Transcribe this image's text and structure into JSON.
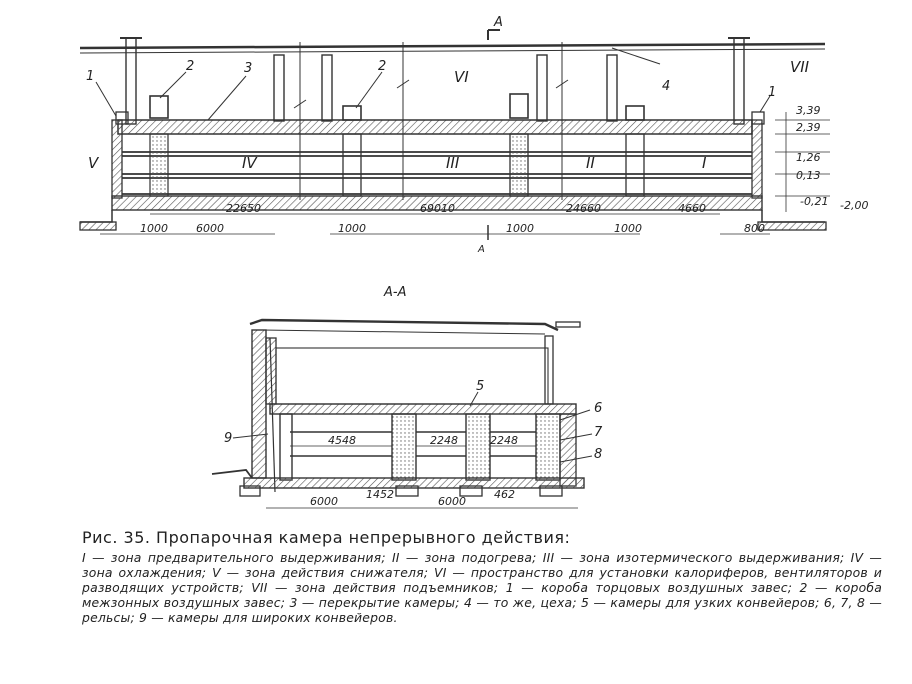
{
  "top_view": {
    "section_mark": "A",
    "section_mark_bottom": "A",
    "item_labels": [
      "1",
      "2",
      "3",
      "2",
      "4",
      "1"
    ],
    "zone_labels": {
      "v_left": "V",
      "vi": "VI",
      "vii": "VII",
      "iv": "IV",
      "iii": "III",
      "ii": "II",
      "i": "I"
    },
    "levels": [
      "3,39",
      "2,39",
      "1,26",
      "0,13",
      "-0,21",
      "-2,00"
    ],
    "dims_upper": [
      "22650",
      "69010",
      "24660",
      "4660"
    ],
    "dims_lower": [
      "1000",
      "6000",
      "1000",
      "1000",
      "1000",
      "800"
    ]
  },
  "section_view": {
    "title": "A-A",
    "item_labels": [
      "5",
      "6",
      "7",
      "8",
      "9"
    ],
    "dims_inner": [
      "4548",
      "2248",
      "2248"
    ],
    "dims_bottom": [
      "6000",
      "1452",
      "6000",
      "462"
    ]
  },
  "caption": {
    "title": "Рис. 35. Пропарочная камера непрерывного действия:",
    "body": "I — зона предварительного выдерживания; II — зона подогрева; III — зона изотермического выдерживания; IV — зона охлаждения; V — зона действия снижателя; VI — пространство для установки калориферов, вентиляторов и разводящих устройств; VII — зона действия подъемников; 1 — короба торцовых воздушных завес; 2 — короба межзонных воздушных завес; 3 — перекрытие камеры; 4 — то же, цеха; 5 — камеры для узких конвейеров; 6, 7, 8 — рельсы; 9 — камеры для широких конвейеров."
  }
}
